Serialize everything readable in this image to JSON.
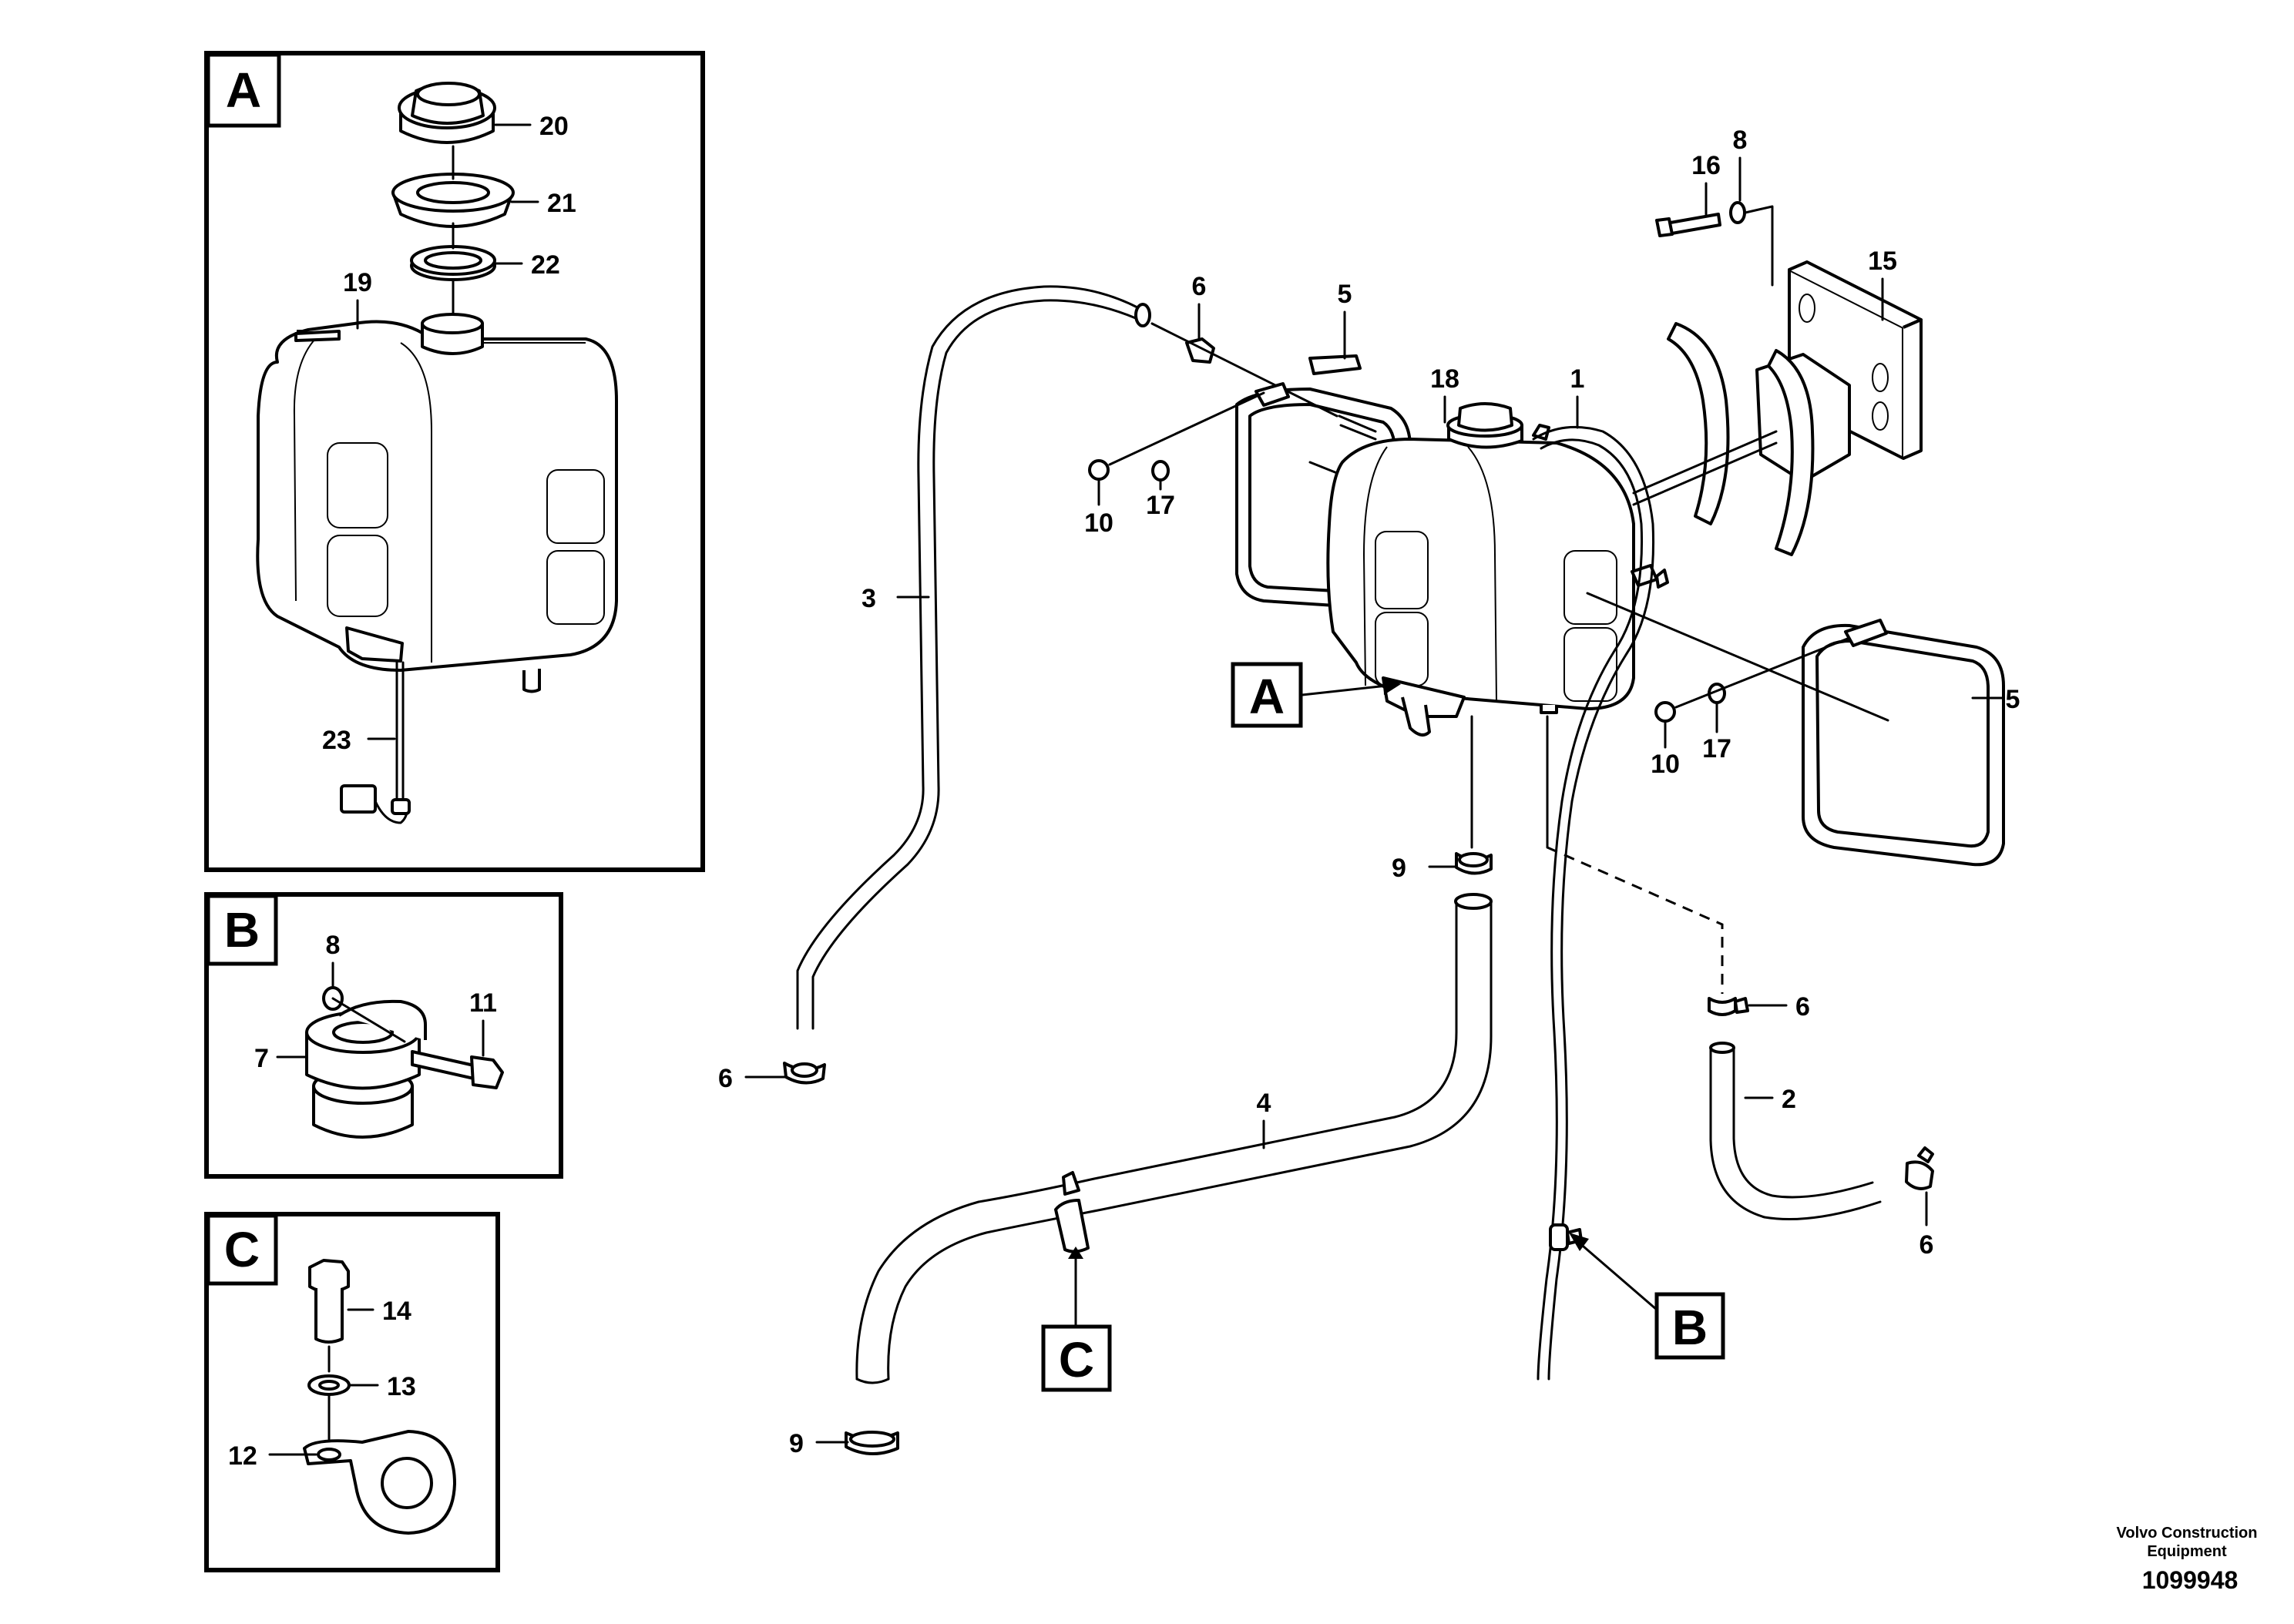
{
  "panels": {
    "A": {
      "letter": "A",
      "callouts": [
        "20",
        "21",
        "22",
        "19",
        "23"
      ]
    },
    "B": {
      "letter": "B",
      "callouts": [
        "8",
        "11",
        "7"
      ]
    },
    "C": {
      "letter": "C",
      "callouts": [
        "14",
        "13",
        "12"
      ]
    }
  },
  "main": {
    "callouts": {
      "c16": "16",
      "c8": "8",
      "c15": "15",
      "c6a": "6",
      "c5a": "5",
      "c18": "18",
      "c1": "1",
      "c10a": "10",
      "c17a": "17",
      "c3": "3",
      "c5b": "5",
      "c10b": "10",
      "c17b": "17",
      "c9a": "9",
      "c6b": "6",
      "c2": "2",
      "c6c": "6",
      "c4": "4",
      "c6d": "6",
      "c9b": "9"
    },
    "refs": {
      "A": "A",
      "B": "B",
      "C": "C"
    }
  },
  "footer": {
    "credit_line1": "Volvo Construction",
    "credit_line2": "Equipment",
    "doc_id": "1099948"
  }
}
